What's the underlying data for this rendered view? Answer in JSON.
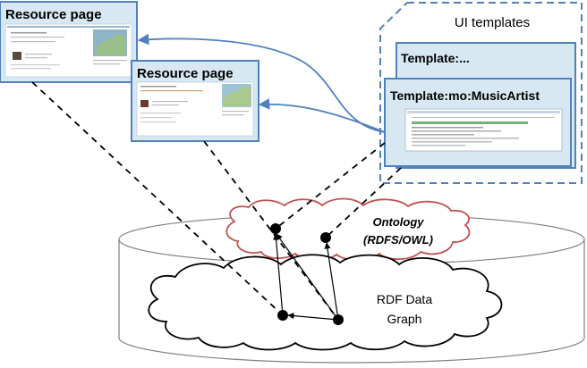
{
  "diagram": {
    "resource_page_1": {
      "title": "Resource page"
    },
    "resource_page_2": {
      "title": "Resource page"
    },
    "ui_templates": {
      "title": "UI templates",
      "template_generic": "Template:...",
      "template_music_artist": "Template:mo:MusicArtist"
    },
    "ontology": {
      "line1": "Ontology",
      "line2": "(RDFS/OWL)"
    },
    "rdf_graph": {
      "line1": "RDF Data",
      "line2": "Graph"
    }
  },
  "colors": {
    "window_border": "#4f81bd",
    "window_fill": "#d8e8f3",
    "ontology_cloud": "#c0504d",
    "arrow_blue": "#4f81bd",
    "dashed": "#000000"
  }
}
